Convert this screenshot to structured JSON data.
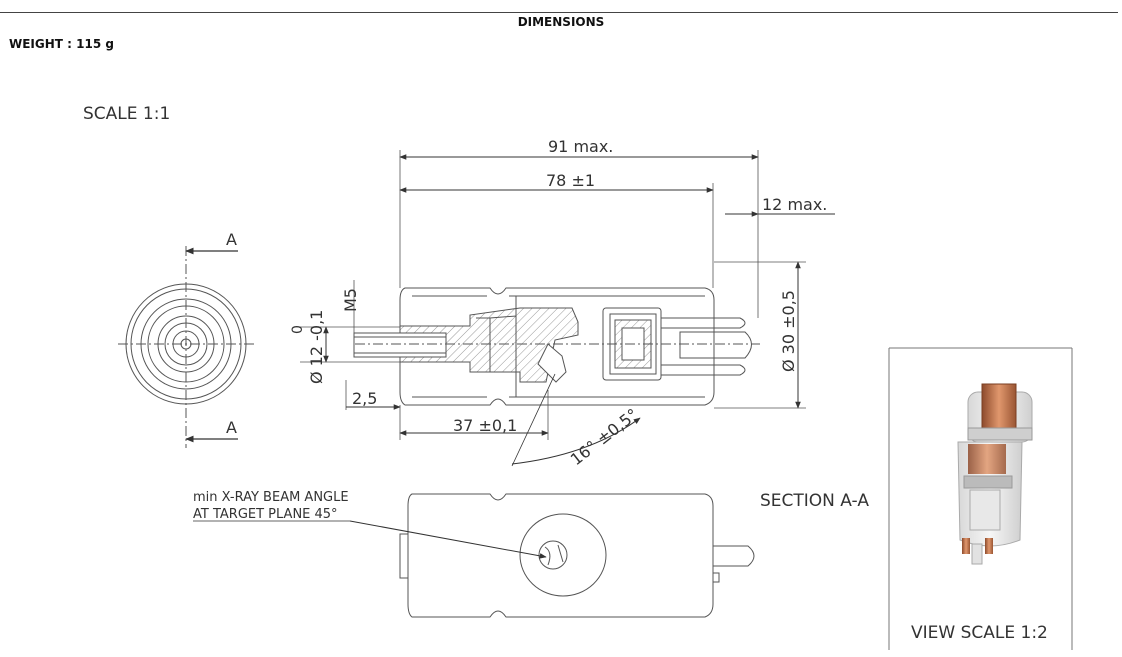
{
  "header": {
    "title": "DIMENSIONS",
    "weight": "WEIGHT : 115 g"
  },
  "drawing": {
    "scale_label": "SCALE 1:1",
    "section_marker": "A",
    "dims": {
      "overall_length": "91 max.",
      "body_length": "78 ±1",
      "pin_length": "12 max.",
      "thread": "M5",
      "hole_diameter_tol_upper": "0",
      "hole_diameter": "Ø 12 -0,1",
      "diameter": "Ø 30 ±0,5",
      "offset": "2,5",
      "target_distance": "37 ±0,1",
      "angle": "16° ±0,5°"
    },
    "beam_note": [
      "min X-RAY BEAM ANGLE",
      "AT TARGET PLANE 45°"
    ],
    "section_label": "SECTION A-A",
    "view_label": "VIEW SCALE 1:2"
  },
  "colors": {
    "line": "#555555",
    "text": "#333333",
    "hatch": "#888888",
    "copper": "#c8734a"
  }
}
